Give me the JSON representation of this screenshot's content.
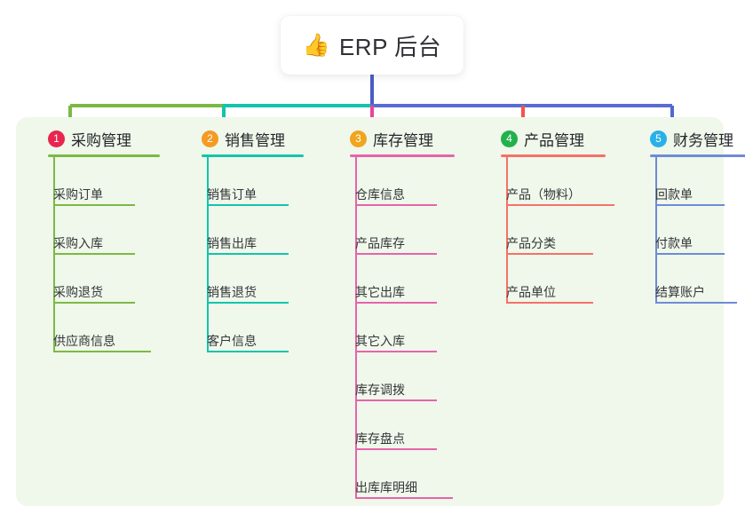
{
  "diagram": {
    "type": "mind-map",
    "title": "ERP 后台",
    "root": {
      "icon": "thumbs-up-icon",
      "emoji": "👍",
      "label": "ERP 后台"
    },
    "panel_color": "#eff8ea",
    "background_color": "#ffffff",
    "branches": [
      {
        "number": "1",
        "label": "采购管理",
        "badge_color": "#e8254f",
        "line_color": "#7cb945",
        "rule_width": 126,
        "items": [
          {
            "label": "采购订单",
            "width": 92
          },
          {
            "label": "采购入库",
            "width": 92
          },
          {
            "label": "采购退货",
            "width": 92
          },
          {
            "label": "供应商信息",
            "width": 110
          }
        ]
      },
      {
        "number": "2",
        "label": "销售管理",
        "badge_color": "#f59a23",
        "line_color": "#14c4ac",
        "rule_width": 115,
        "items": [
          {
            "label": "销售订单",
            "width": 92
          },
          {
            "label": "销售出库",
            "width": 92
          },
          {
            "label": "销售退货",
            "width": 92
          },
          {
            "label": "客户信息",
            "width": 92
          }
        ]
      },
      {
        "number": "3",
        "label": "库存管理",
        "badge_color": "#f0a51e",
        "line_color": "#e664ab",
        "rule_width": 118,
        "items": [
          {
            "label": "仓库信息",
            "width": 92
          },
          {
            "label": "产品库存",
            "width": 92
          },
          {
            "label": "其它出库",
            "width": 92
          },
          {
            "label": "其它入库",
            "width": 92
          },
          {
            "label": "库存调拨",
            "width": 92
          },
          {
            "label": "库存盘点",
            "width": 92
          },
          {
            "label": "出库库明细",
            "width": 110
          }
        ]
      },
      {
        "number": "4",
        "label": "产品管理",
        "badge_color": "#22b14c",
        "line_color": "#f4726a",
        "rule_width": 118,
        "items": [
          {
            "label": "产品（物料）",
            "width": 122
          },
          {
            "label": "产品分类",
            "width": 98
          },
          {
            "label": "产品单位",
            "width": 98
          }
        ]
      },
      {
        "number": "5",
        "label": "财务管理",
        "badge_color": "#29b0e8",
        "line_color": "#6f8bd6",
        "rule_width": 118,
        "items": [
          {
            "label": "回款单",
            "width": 78
          },
          {
            "label": "付款单",
            "width": 78
          },
          {
            "label": "结算账户",
            "width": 92
          }
        ]
      }
    ],
    "connector_colors": {
      "trunk": "#4a5cc5",
      "bus_left": "#7cb945",
      "bus_mid": "#14c4ac",
      "bus_right": "#5a6cd0"
    }
  }
}
